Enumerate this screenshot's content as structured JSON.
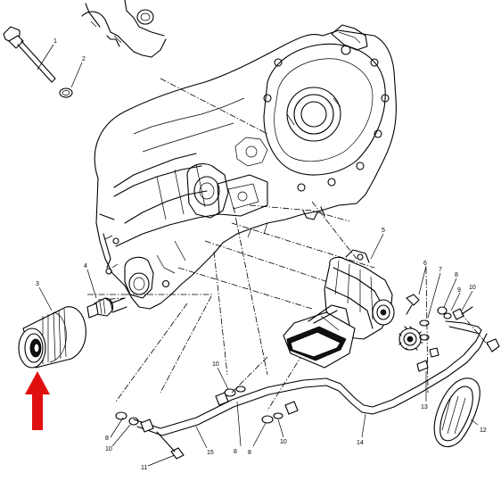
{
  "diagram": {
    "callouts": [
      {
        "id": "c1",
        "text": "1"
      },
      {
        "id": "c2",
        "text": "2"
      },
      {
        "id": "c3",
        "text": "3"
      },
      {
        "id": "c4",
        "text": "4"
      },
      {
        "id": "c5",
        "text": "5"
      },
      {
        "id": "c6",
        "text": "6"
      },
      {
        "id": "c7",
        "text": "7"
      },
      {
        "id": "c8a",
        "text": "8"
      },
      {
        "id": "c9",
        "text": "9"
      },
      {
        "id": "c10a",
        "text": "10"
      },
      {
        "id": "c10b",
        "text": "10"
      },
      {
        "id": "c10c",
        "text": "10"
      },
      {
        "id": "c11",
        "text": "11"
      },
      {
        "id": "c12",
        "text": "12"
      },
      {
        "id": "c13",
        "text": "13"
      },
      {
        "id": "c14",
        "text": "14"
      },
      {
        "id": "c15",
        "text": "15"
      },
      {
        "id": "c8b",
        "text": "8"
      },
      {
        "id": "c8c",
        "text": "8"
      },
      {
        "id": "c10d",
        "text": "10"
      },
      {
        "id": "c8d",
        "text": "8"
      }
    ],
    "highlight_color": "#e01010",
    "line_color": "#000000",
    "background": "#ffffff"
  }
}
